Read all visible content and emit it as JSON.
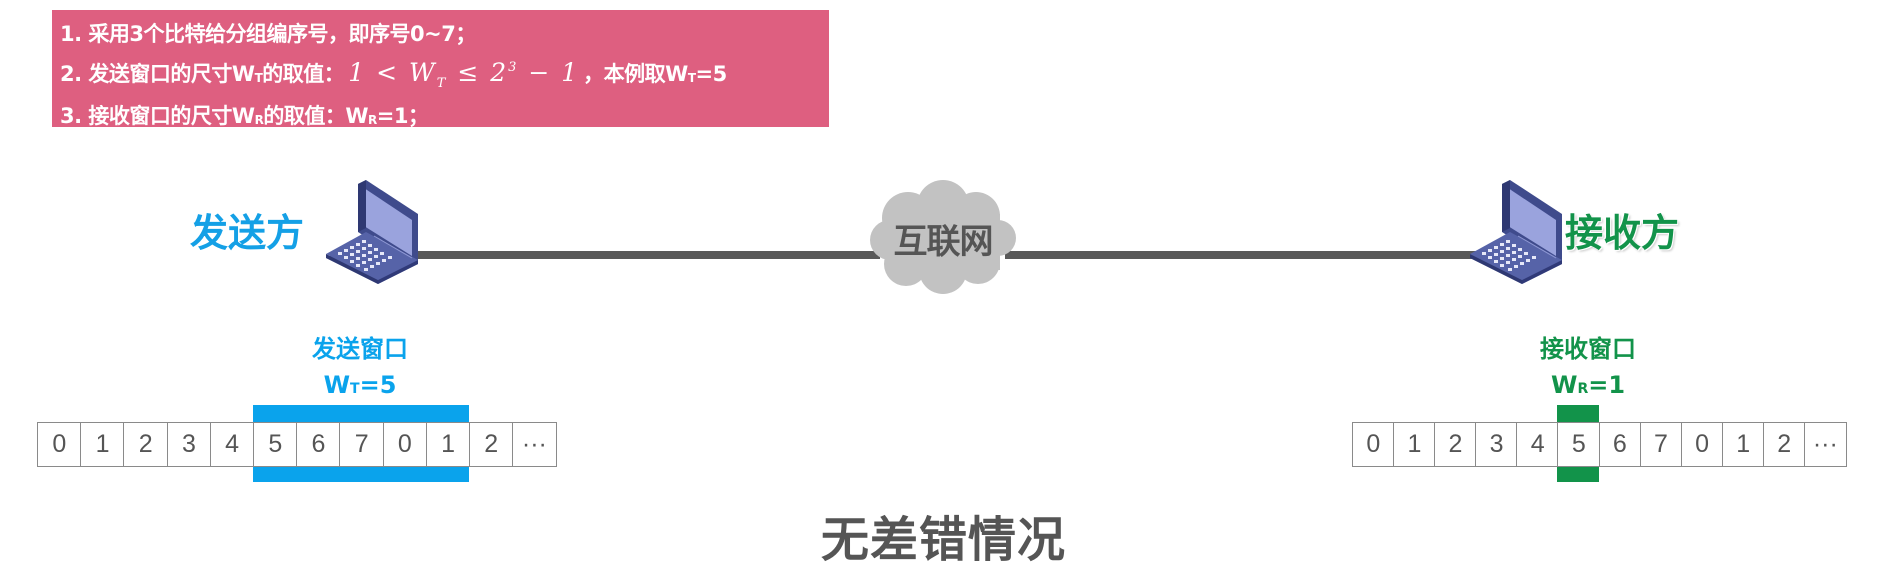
{
  "info_box": {
    "background": "#DE5F80",
    "line1": "1. 采用3个比特给分组编序号，即序号0~7；",
    "line2_prefix": "2. 发送窗口的尺寸W",
    "line2_prefix_sub": "T",
    "line2_mid": "的取值：",
    "formula": {
      "lhs": "1 < W",
      "lhs_sub": "T",
      "rel": " ≤ 2",
      "exp": "3",
      "rhs": " − 1"
    },
    "line2_suffix": "，本例取W",
    "line2_suffix_sub": "T",
    "line2_suffix_end": "=5",
    "line3_prefix": "3. 接收窗口的尺寸W",
    "line3_prefix_sub": "R",
    "line3_mid": "的取值：W",
    "line3_mid_sub": "R",
    "line3_end": "=1；"
  },
  "network": {
    "sender_label": "发送方",
    "receiver_label": "接收方",
    "cloud_label": "互联网",
    "sender_icon": "laptop-icon",
    "receiver_icon": "laptop-icon",
    "cloud_icon": "cloud-icon",
    "colors": {
      "sender": "#14A0E6",
      "receiver": "#12934A",
      "link": "#595959",
      "cloud": "#C2C2C2"
    }
  },
  "sender_window": {
    "title": "发送窗口",
    "value_prefix": "W",
    "value_sub": "T",
    "value_suffix": "=5",
    "color": "#0AA3EC",
    "window_start_index": 5,
    "window_size": 5,
    "sequence": [
      "0",
      "1",
      "2",
      "3",
      "4",
      "5",
      "6",
      "7",
      "0",
      "1",
      "2",
      "···"
    ]
  },
  "receiver_window": {
    "title": "接收窗口",
    "value_prefix": "W",
    "value_sub": "R",
    "value_suffix": "=1",
    "color": "#12934A",
    "window_start_index": 5,
    "window_size": 1,
    "sequence": [
      "0",
      "1",
      "2",
      "3",
      "4",
      "5",
      "6",
      "7",
      "0",
      "1",
      "2",
      "···"
    ]
  },
  "scenario_title": "无差错情况"
}
